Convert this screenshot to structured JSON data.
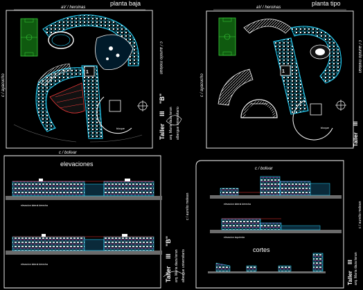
{
  "sheets": {
    "planta_baja": {
      "title": "planta baja",
      "street_top": "aV / heroinas",
      "street_bottom": "c / bolivar",
      "street_left": "c / ayacucho",
      "street_right": "c / aurelio melean",
      "block_label": "bloque"
    },
    "planta_tipo": {
      "title": "planta tipo",
      "street_top": "aV / heroinas",
      "street_bottom": "c / bolivar",
      "street_left": "c / ayacucho",
      "street_right": "c / aurelio melean",
      "block_label": "bloque"
    },
    "elevaciones": {
      "title": "elevaciones",
      "caption_top": "elevacion lateral derecha",
      "caption_bottom": "elevacion lateral derecha"
    },
    "cortes": {
      "title": "cortes",
      "caption_a": "elevacion lateral derecha",
      "caption_b": "elevacion izquierda"
    }
  },
  "title_block": {
    "taller": "Taller",
    "roman": "III",
    "group": "\"B\"",
    "tutor": "arq. Maria daza teran",
    "project": "albergue universitario",
    "street": "c / aurelio melean"
  },
  "colors": {
    "background": "#000000",
    "border": "#ffffff",
    "cyan": "#27d6ff",
    "green": "#3cd13c",
    "red": "#ff3b3b",
    "yellow": "#f4e43c",
    "magenta": "#ff4cff",
    "gray": "#6b6b6b"
  }
}
